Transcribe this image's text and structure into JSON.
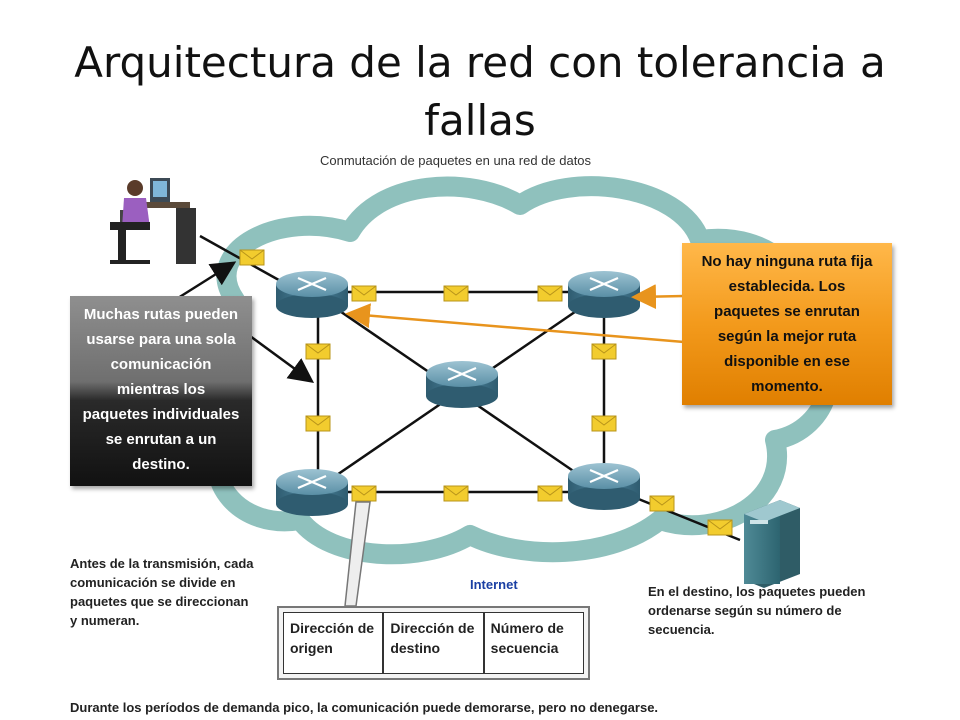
{
  "title": {
    "line1": "Arquitectura de la red con tolerancia a",
    "line2": "fallas"
  },
  "diagram": {
    "header": "Conmutación de paquetes en una red de datos",
    "cloud_label": "Internet",
    "callout_left": [
      "Muchas rutas pueden",
      "usarse para una sola",
      "comunicación",
      "mientras los",
      "paquetes individuales",
      "se enrutan a un",
      "destino."
    ],
    "callout_right": [
      "No hay ninguna ruta fija",
      "establecida. Los",
      "paquetes se enrutan",
      "según la mejor ruta",
      "disponible en ese",
      "momento."
    ],
    "note_left": [
      "Antes de la transmisión, cada",
      "comunicación se divide en",
      "paquetes que se direccionan",
      "y numeran."
    ],
    "note_right": [
      "En el destino, los paquetes pueden",
      "ordenarse según su número de",
      "secuencia."
    ],
    "packet_header": [
      "Dirección de\norigen",
      "Dirección de\ndestino",
      "Número de\nsecuencia"
    ],
    "footer": "Durante los períodos de demanda pico, la comunicación puede demorarse, pero no denegarse."
  },
  "colors": {
    "cloud": "#8fc1bd",
    "router": "#3c6f86",
    "packet": "#f2cc2e",
    "callout_orange": "#f39a1c",
    "arrow_orange": "#e8941d"
  }
}
